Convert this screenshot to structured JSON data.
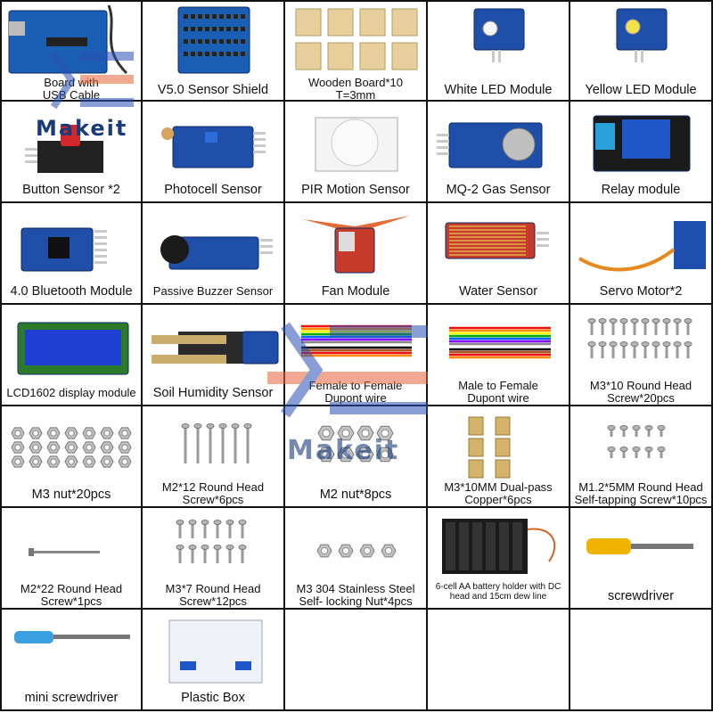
{
  "cells": [
    {
      "lines": [
        "Board with",
        "USB Cable"
      ],
      "art": "arduino"
    },
    {
      "lines": [
        "V5.0 Sensor Shield"
      ],
      "art": "shield"
    },
    {
      "lines": [
        "Wooden Board*10",
        "T=3mm"
      ],
      "art": "wood"
    },
    {
      "lines": [
        "White LED Module"
      ],
      "art": "led-white"
    },
    {
      "lines": [
        "Yellow LED Module"
      ],
      "art": "led-yellow"
    },
    {
      "lines": [
        "Button Sensor *2"
      ],
      "art": "button"
    },
    {
      "lines": [
        "Photocell Sensor"
      ],
      "art": "photocell"
    },
    {
      "lines": [
        "PIR Motion Sensor"
      ],
      "art": "pir"
    },
    {
      "lines": [
        "MQ-2 Gas Sensor"
      ],
      "art": "gas"
    },
    {
      "lines": [
        "Relay module"
      ],
      "art": "relay"
    },
    {
      "lines": [
        "4.0 Bluetooth Module"
      ],
      "art": "bluetooth"
    },
    {
      "lines": [
        "Passive Buzzer Sensor"
      ],
      "art": "buzzer"
    },
    {
      "lines": [
        "Fan Module"
      ],
      "art": "fan"
    },
    {
      "lines": [
        "Water Sensor"
      ],
      "art": "water"
    },
    {
      "lines": [
        "Servo Motor*2"
      ],
      "art": "servo"
    },
    {
      "lines": [
        "LCD1602 display module"
      ],
      "art": "lcd"
    },
    {
      "lines": [
        "Soil Humidity Sensor"
      ],
      "art": "soil"
    },
    {
      "lines": [
        "Female to Female",
        "Dupont wire"
      ],
      "art": "wires"
    },
    {
      "lines": [
        "Male to Female",
        "Dupont wire"
      ],
      "art": "wires2"
    },
    {
      "lines": [
        "M3*10 Round Head",
        "Screw*20pcs"
      ],
      "art": "screws20"
    },
    {
      "lines": [
        "M3 nut*20pcs"
      ],
      "art": "nuts20"
    },
    {
      "lines": [
        "M2*12 Round Head",
        "Screw*6pcs"
      ],
      "art": "screws6"
    },
    {
      "lines": [
        "M2 nut*8pcs"
      ],
      "art": "nuts8"
    },
    {
      "lines": [
        "M3*10MM Dual-pass",
        "Copper*6pcs"
      ],
      "art": "copper"
    },
    {
      "lines": [
        "M1.2*5MM Round Head",
        "Self-tapping Screw*10pcs"
      ],
      "art": "tiny"
    },
    {
      "lines": [
        "M2*22 Round Head",
        "Screw*1pcs"
      ],
      "art": "screw1"
    },
    {
      "lines": [
        "M3*7 Round Head",
        "Screw*12pcs"
      ],
      "art": "screws12"
    },
    {
      "lines": [
        "M3 304 Stainless Steel",
        "Self- locking Nut*4pcs"
      ],
      "art": "nuts4"
    },
    {
      "lines": [
        "6-cell AA battery holder with DC",
        "head and 15cm dew line"
      ],
      "art": "battery"
    },
    {
      "lines": [
        "screwdriver"
      ],
      "art": "screwdriver"
    },
    {
      "lines": [
        "mini screwdriver"
      ],
      "art": "mini"
    },
    {
      "lines": [
        "Plastic Box"
      ],
      "art": "box"
    },
    {
      "lines": [],
      "art": "empty"
    },
    {
      "lines": [],
      "art": "empty"
    },
    {
      "lines": [],
      "art": "empty"
    }
  ],
  "watermark": {
    "text": "Makeit"
  }
}
